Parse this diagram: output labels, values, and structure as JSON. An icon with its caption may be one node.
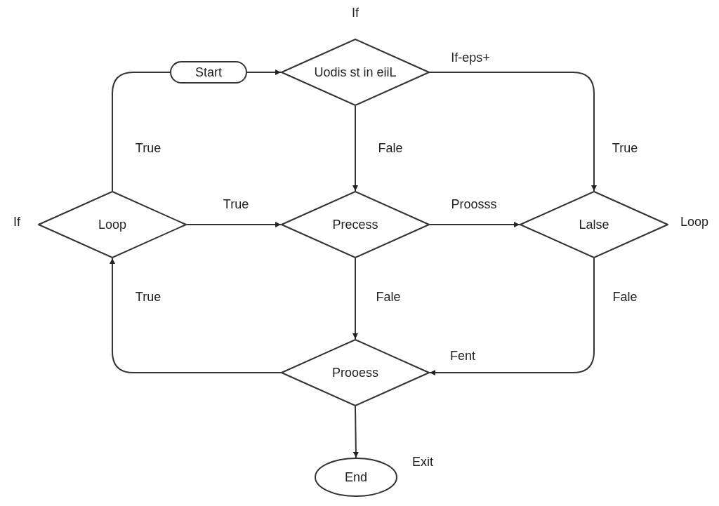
{
  "diagram": {
    "nodes": [
      {
        "text": [
          "Start"
        ]
      },
      {
        "text": [
          "Uodis st in eiiL"
        ]
      },
      {
        "text": [
          "Loop"
        ]
      },
      {
        "text": [
          "Precess"
        ]
      },
      {
        "text": [
          "Lalse"
        ]
      },
      {
        "text": [
          "Prooess"
        ]
      },
      {
        "text": [
          "End"
        ]
      }
    ],
    "edges": [
      {
        "from": 0,
        "to": 1,
        "arrow": "to"
      },
      {
        "from": 2,
        "to": 0,
        "arrow": "none",
        "label": "True"
      },
      {
        "from": 1,
        "to": 3,
        "arrow": "to",
        "label": "Fale"
      },
      {
        "from": 1,
        "to": 4,
        "arrow": "to",
        "label": "True"
      },
      {
        "from": 2,
        "to": 3,
        "arrow": "to",
        "label": "True"
      },
      {
        "from": 3,
        "to": 4,
        "arrow": "to",
        "label": "Proosss"
      },
      {
        "from": 3,
        "to": 5,
        "arrow": "to",
        "label": "Fale"
      },
      {
        "from": 4,
        "to": 5,
        "arrow": "to",
        "label": "Fale"
      },
      {
        "from": 5,
        "to": 2,
        "arrow": "to",
        "label": "True"
      },
      {
        "from": 5,
        "to": 6,
        "arrow": "to"
      }
    ],
    "labels": [
      "If",
      "If-eps+",
      "If",
      "Loop",
      "Fent",
      "Exit"
    ]
  }
}
